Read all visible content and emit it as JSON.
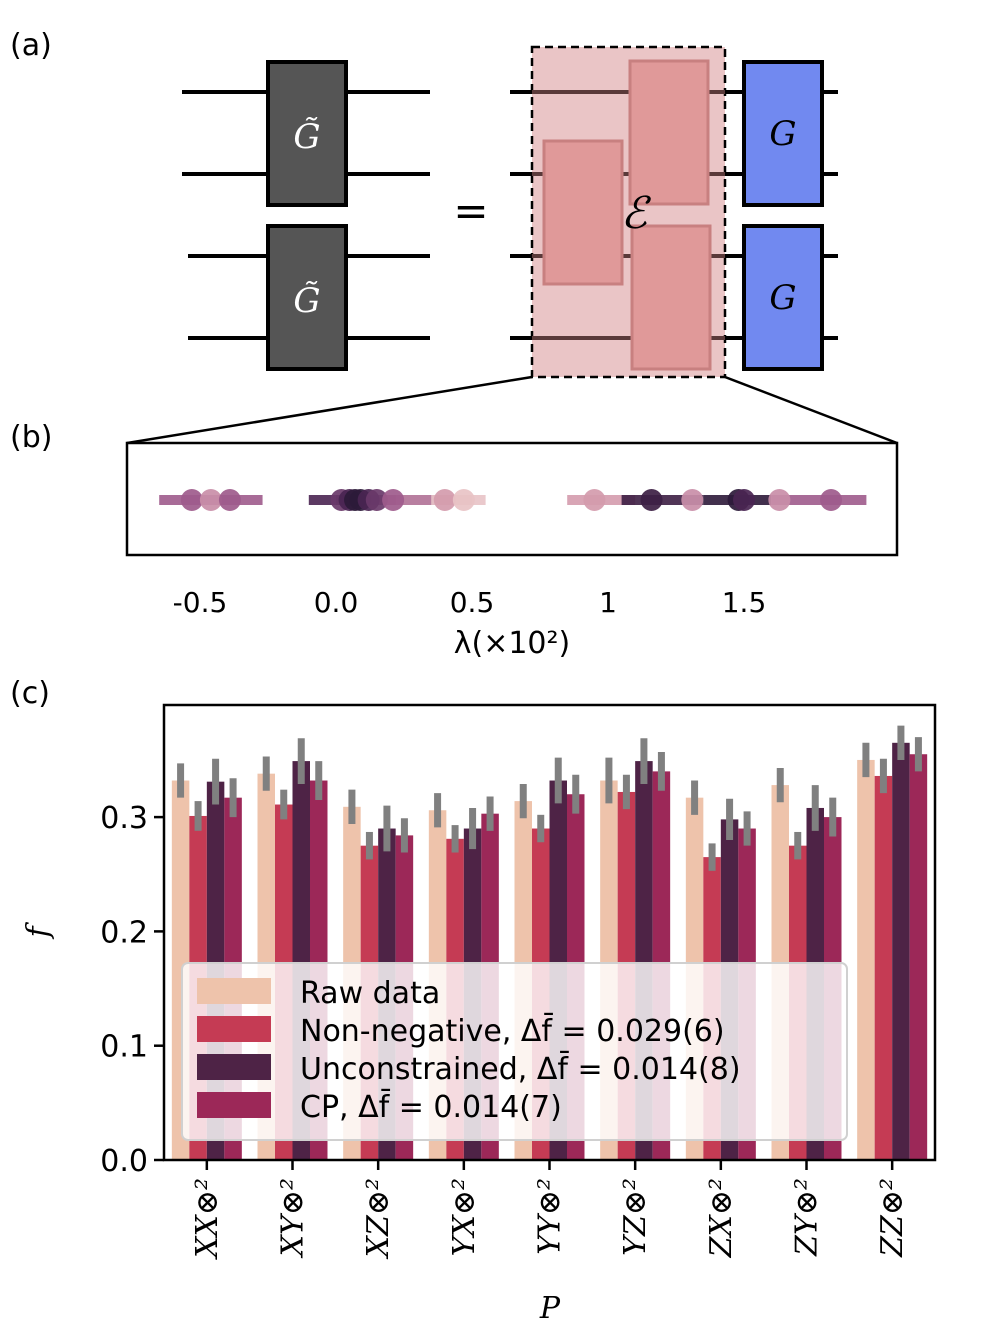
{
  "panels": {
    "a": "(a)",
    "b": "(b)",
    "c": "(c)"
  },
  "diagram": {
    "left_gate_label": "G̃",
    "right_gate_label": "G",
    "equals": "=",
    "noise_label": "ℰ",
    "colors": {
      "left_gate": "#555555",
      "right_gate": "#7189f0",
      "noise_region": "#e8bfc0",
      "noise_gate": "#e09999"
    }
  },
  "eigen_strip": {
    "axis_label": "λ(×10²)",
    "ticks": [
      {
        "value": -0.5,
        "label": "-0.5"
      },
      {
        "value": 0.0,
        "label": "0.0"
      },
      {
        "value": 0.5,
        "label": "0.5"
      },
      {
        "value": 1.0,
        "label": "1"
      },
      {
        "value": 1.5,
        "label": "1.5"
      }
    ],
    "segments": [
      {
        "from": -0.65,
        "to": -0.27,
        "color": "#9e5b8c"
      },
      {
        "from": -0.1,
        "to": 0.22,
        "color": "#4a2552"
      },
      {
        "from": 0.0,
        "to": 0.18,
        "color": "#2d1a3a"
      },
      {
        "from": 0.12,
        "to": 0.5,
        "color": "#b07196"
      },
      {
        "from": 0.35,
        "to": 0.55,
        "color": "#e8c3c6"
      },
      {
        "from": 0.85,
        "to": 1.1,
        "color": "#d49bad"
      },
      {
        "from": 1.05,
        "to": 1.35,
        "color": "#3d1f44"
      },
      {
        "from": 1.35,
        "to": 1.6,
        "color": "#2d1a3a"
      },
      {
        "from": 1.6,
        "to": 1.95,
        "color": "#9e5b8c"
      }
    ],
    "points": [
      {
        "value": -0.53,
        "color": "#9e5b8c"
      },
      {
        "value": -0.46,
        "color": "#c98ea8"
      },
      {
        "value": -0.39,
        "color": "#9e5b8c"
      },
      {
        "value": 0.02,
        "color": "#6a3a6a"
      },
      {
        "value": 0.05,
        "color": "#4a2552"
      },
      {
        "value": 0.07,
        "color": "#2d1a3a"
      },
      {
        "value": 0.09,
        "color": "#2d1a3a"
      },
      {
        "value": 0.12,
        "color": "#4a2552"
      },
      {
        "value": 0.15,
        "color": "#6a3a6a"
      },
      {
        "value": 0.21,
        "color": "#9e5b8c"
      },
      {
        "value": 0.4,
        "color": "#d49bad"
      },
      {
        "value": 0.47,
        "color": "#e8c3c6"
      },
      {
        "value": 0.95,
        "color": "#d49bad"
      },
      {
        "value": 1.16,
        "color": "#3d1f44"
      },
      {
        "value": 1.31,
        "color": "#c98ea8"
      },
      {
        "value": 1.48,
        "color": "#2d1a3a"
      },
      {
        "value": 1.5,
        "color": "#4a2552"
      },
      {
        "value": 1.63,
        "color": "#c98ea8"
      },
      {
        "value": 1.82,
        "color": "#9e5b8c"
      }
    ]
  },
  "chart_data": {
    "type": "bar",
    "xlabel": "P",
    "ylabel": "f",
    "ylim": [
      0,
      0.4
    ],
    "yticks": [
      "0.0",
      "0.1",
      "0.2",
      "0.3"
    ],
    "grid": false,
    "legend_position": "lower-left",
    "categories": [
      "XX⊗²",
      "XY⊗²",
      "XZ⊗²",
      "YX⊗²",
      "YY⊗²",
      "YZ⊗²",
      "ZX⊗²",
      "ZY⊗²",
      "ZZ⊗²"
    ],
    "series": [
      {
        "name": "Raw data",
        "color": "#eec3ab",
        "values": [
          0.332,
          0.338,
          0.309,
          0.306,
          0.314,
          0.332,
          0.317,
          0.328,
          0.35
        ],
        "errors": [
          0.015,
          0.015,
          0.015,
          0.015,
          0.015,
          0.02,
          0.015,
          0.015,
          0.015
        ]
      },
      {
        "name": "Non-negative, Δf̄ = 0.029(6)",
        "color": "#c53b54",
        "values": [
          0.301,
          0.311,
          0.275,
          0.281,
          0.29,
          0.322,
          0.265,
          0.275,
          0.336
        ],
        "errors": [
          0.013,
          0.013,
          0.012,
          0.012,
          0.012,
          0.015,
          0.012,
          0.012,
          0.015
        ]
      },
      {
        "name": "Unconstrained, Δf̄ = 0.014(8)",
        "color": "#4e2346",
        "values": [
          0.331,
          0.349,
          0.29,
          0.29,
          0.332,
          0.349,
          0.298,
          0.308,
          0.365
        ],
        "errors": [
          0.02,
          0.02,
          0.02,
          0.018,
          0.02,
          0.02,
          0.018,
          0.02,
          0.015
        ]
      },
      {
        "name": "CP, Δf̄ = 0.014(7)",
        "color": "#9c2858",
        "values": [
          0.317,
          0.332,
          0.284,
          0.303,
          0.32,
          0.34,
          0.29,
          0.3,
          0.355
        ],
        "errors": [
          0.017,
          0.017,
          0.015,
          0.015,
          0.017,
          0.017,
          0.015,
          0.017,
          0.015
        ]
      }
    ]
  }
}
